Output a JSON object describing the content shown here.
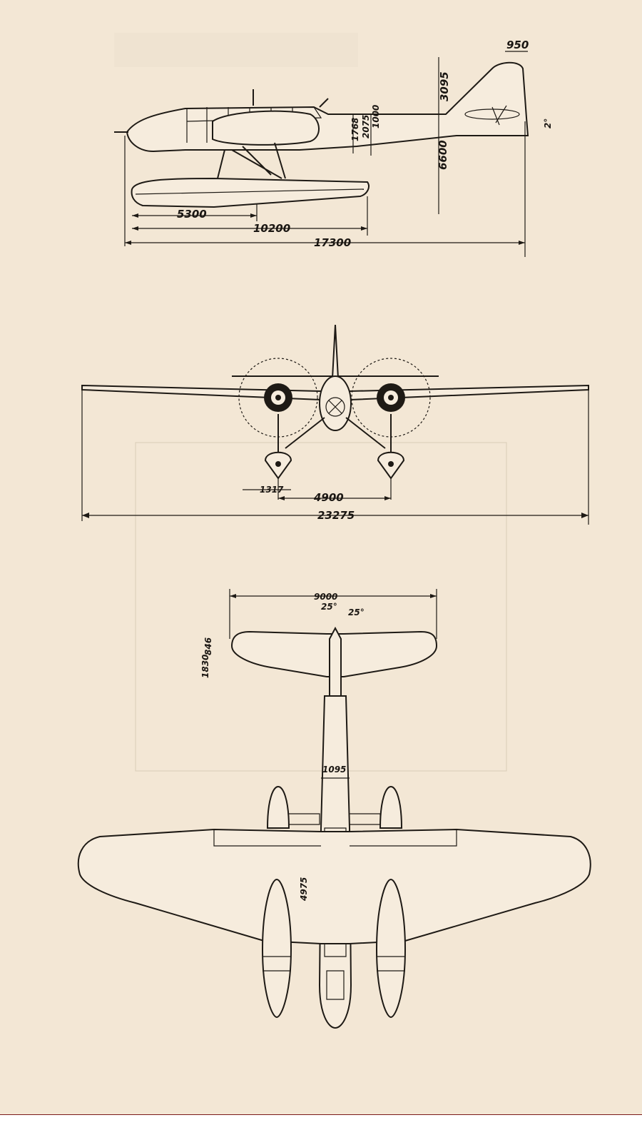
{
  "side_view": {
    "dims": {
      "overall_length": "17300",
      "float_length": "10200",
      "nose_to_step": "5300",
      "total_height": "6600",
      "fin_height": "3095",
      "fin_chord": "950",
      "fuselage_height": "1768",
      "tail_a": "2075",
      "tail_b": "1000",
      "incidence": "2°"
    }
  },
  "front_view": {
    "dims": {
      "wingspan": "23275",
      "float_track": "4900",
      "float_width": "1317"
    }
  },
  "top_view": {
    "dims": {
      "tail_span": "9000",
      "tail_chord": "1830",
      "elevator_chord": "846",
      "dihedral_left": "25°",
      "dihedral_right": "25°",
      "fuselage_width": "1095",
      "float_offset": "4975"
    }
  }
}
